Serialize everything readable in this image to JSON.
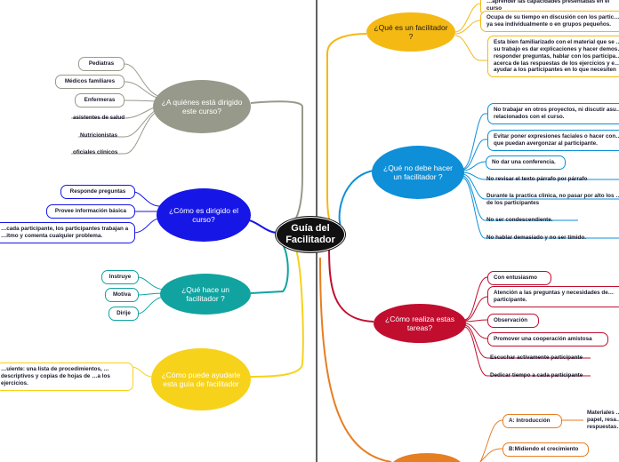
{
  "colors": {
    "center": "#111111",
    "audience": "#979a8b",
    "course": "#1616e6",
    "what_does": "#11a3a0",
    "how_help": "#f7d21a",
    "what_is": "#f5b914",
    "what_not": "#0e8fd8",
    "how_tasks": "#c10e2f",
    "bottom_node": "#e67e22"
  },
  "center": {
    "title": "Guía del Facilitador"
  },
  "left": {
    "audience": {
      "title": "¿A quiénes está dirigido este curso?",
      "items": [
        "Pediatras",
        "Médicos familiares",
        "Enfermeras",
        "asistentes de salud",
        "Nutricionistas",
        "oficiales clínicos"
      ]
    },
    "course": {
      "title": "¿Cómo es dirigido el curso?",
      "items": [
        "Responde preguntas",
        "Provee información básica",
        "…cada participante, los participantes trabajan a …itmo y comenta cualquier problema."
      ]
    },
    "what_does": {
      "title": "¿Qué hace un facilitador ?",
      "items": [
        "Instruye",
        "Motiva",
        "Dirije"
      ]
    },
    "how_help": {
      "title": "¿Cómo puede ayudarle esta guía de facilitador",
      "items": [
        "…uiente: una lista de procedimientos, …descriptivos y copias de hojas de …a los ejercicios."
      ]
    }
  },
  "right": {
    "what_is": {
      "title": "¿Qué es un facilitador ?",
      "items": [
        "…aprender las capacidades presentadas en el curso",
        "Ocupa de su tiempo en discusión con los partic… ya sea individualmente o en grupos pequeños.",
        "Esta bien familiarizado con el material que se … su trabajo es dar explicaciones y hacer demos… responder preguntas, hablar con los participa… acerca de las respuestas de los ejercicios y e… ayudar a los participantes en lo que necesiten"
      ]
    },
    "what_not": {
      "title": "¿Qué no debe hacer un facilitador ?",
      "items": [
        "No trabajar en otros proyectos, ni discutir asu… relacionados con el curso.",
        "Evitar poner expresiones faciales o hacer con… que puedan avergonzar al participante.",
        "No dar una conferencia.",
        "No revisar el texto párrafo por párrafo",
        "Durante la practica clinica, no pasar por alto los … de los participantes",
        "No ser condescendiente.",
        "No hablar demasiado y no ser tímido."
      ]
    },
    "how_tasks": {
      "title": "¿Cómo realiza estas tareas?",
      "items": [
        "Con entusiasmo",
        "Atención a las preguntas y necesidades de… participante.",
        "Observación",
        "Promover una cooperación amistosa",
        "Escuchar activamente participante",
        "Dedicar tiempo a cada participante"
      ]
    },
    "bottom": {
      "items": [
        "A: Introducción",
        "B:Midiendo el crecimiento"
      ],
      "note": "Materiales … papel, resa… respuestas…"
    }
  }
}
